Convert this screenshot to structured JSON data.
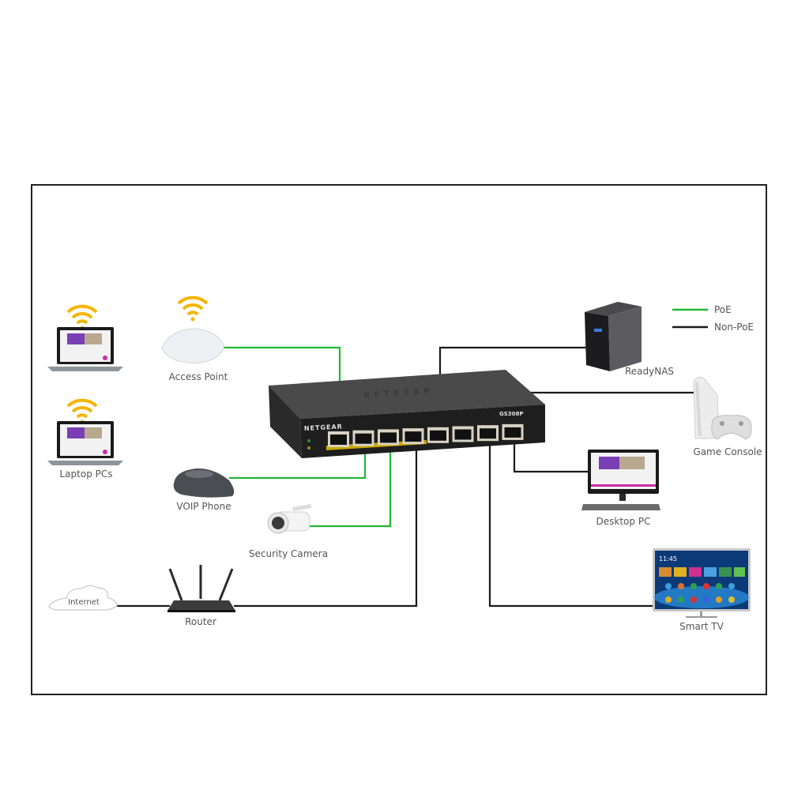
{
  "title": "Netgear GS308P PoE switch network diagram",
  "colors": {
    "poe": "#22b833",
    "non_poe": "#1a1a1a",
    "wifi": "#f5b400",
    "frame": "#222222",
    "label": "#555555"
  },
  "legend": {
    "items": [
      {
        "label": "PoE",
        "kind": "poe"
      },
      {
        "label": "Non-PoE",
        "kind": "non_poe"
      }
    ]
  },
  "switch": {
    "brand": "NETGEAR",
    "model": "GS308P",
    "ports": 8
  },
  "devices": {
    "laptops": {
      "label": "Laptop PCs",
      "connection": "wireless"
    },
    "access_point": {
      "label": "Access Point",
      "connection": "PoE"
    },
    "voip_phone": {
      "label": "VOIP Phone",
      "connection": "PoE"
    },
    "security_camera": {
      "label": "Security Camera",
      "connection": "PoE"
    },
    "internet": {
      "label": "Internet"
    },
    "router": {
      "label": "Router",
      "connection": "Non-PoE"
    },
    "readynas": {
      "label": "ReadyNAS",
      "connection": "Non-PoE"
    },
    "game_console": {
      "label": "Game Console",
      "connection": "Non-PoE"
    },
    "desktop_pc": {
      "label": "Desktop PC",
      "connection": "Non-PoE"
    },
    "smart_tv": {
      "label": "Smart TV",
      "connection": "Non-PoE",
      "screen_time": "11:45"
    }
  }
}
